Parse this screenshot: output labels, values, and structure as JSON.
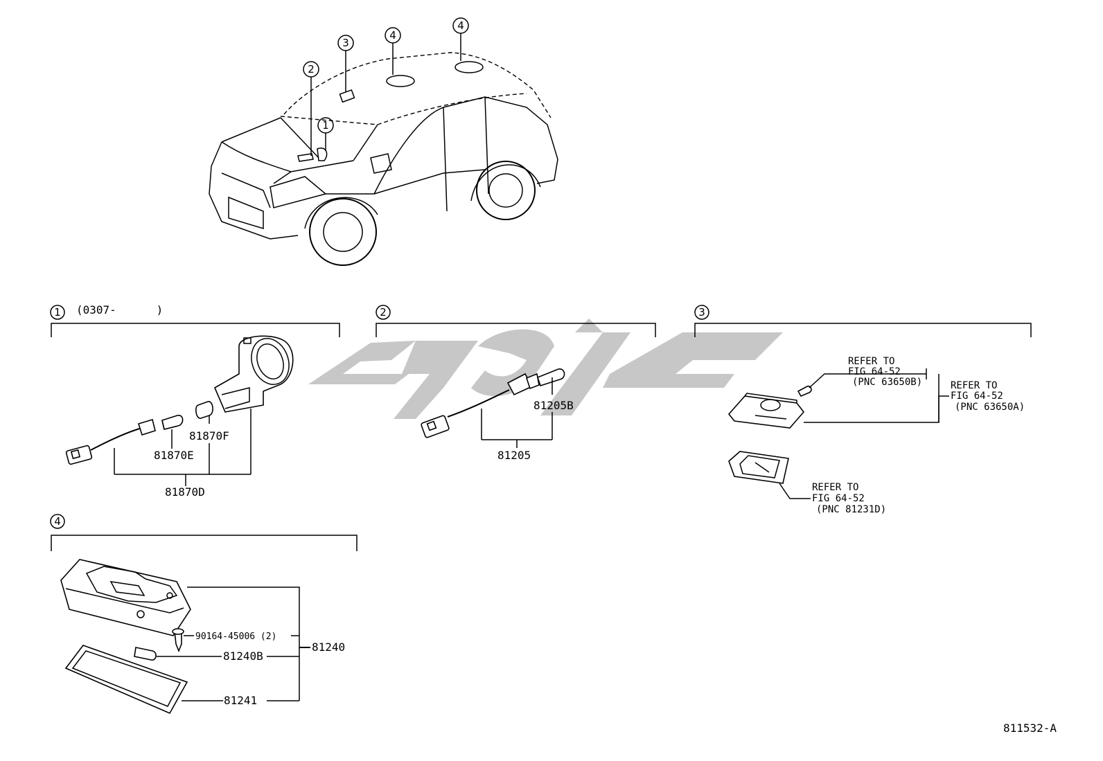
{
  "header": {
    "figure_id": "811532-A"
  },
  "callout_markers": [
    "1",
    "2",
    "3",
    "4",
    "4"
  ],
  "sections": {
    "s1": {
      "marker": "1",
      "range": "(0307-      )",
      "parts": {
        "assembly": "81870D",
        "bulb": "81870E",
        "socket": "81870F"
      }
    },
    "s2": {
      "marker": "2",
      "parts": {
        "assembly": "81205",
        "bulb": "81205B"
      }
    },
    "s3": {
      "marker": "3",
      "refs": {
        "bulb": {
          "line1": "REFER TO",
          "line2": "FIG 64-52",
          "line3": "(PNC 63650B)"
        },
        "housing": {
          "line1": "REFER TO",
          "line2": "FIG 64-52",
          "line3": "(PNC 63650A)"
        },
        "lens": {
          "line1": "REFER TO",
          "line2": "FIG 64-52",
          "line3": "(PNC 81231D)"
        }
      }
    },
    "s4": {
      "marker": "4",
      "parts": {
        "assembly": "81240",
        "screw": "90164-45006 (2)",
        "bulb": "81240B",
        "lens": "81241"
      }
    }
  }
}
